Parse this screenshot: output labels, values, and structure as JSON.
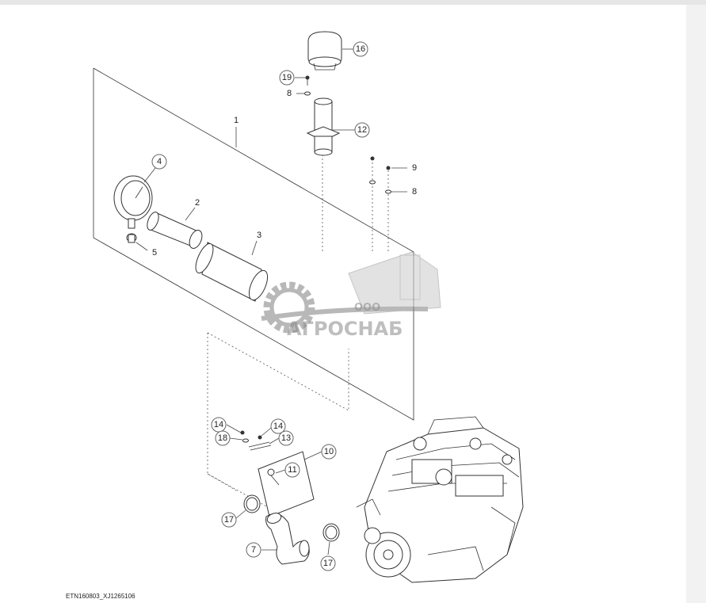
{
  "callouts": [
    "16",
    "19",
    "8",
    "12",
    "1",
    "9",
    "8",
    "4",
    "2",
    "3",
    "5",
    "10",
    "11",
    "14",
    "14",
    "18",
    "13",
    "17",
    "7",
    "17"
  ],
  "watermark": {
    "small": "ООО",
    "brand": "АГРОСНАБ"
  },
  "caption": "ETN160803_XJ1265106",
  "colors": {
    "line": "#333333",
    "watermark": "#8a8a8a",
    "background": "#ffffff"
  }
}
